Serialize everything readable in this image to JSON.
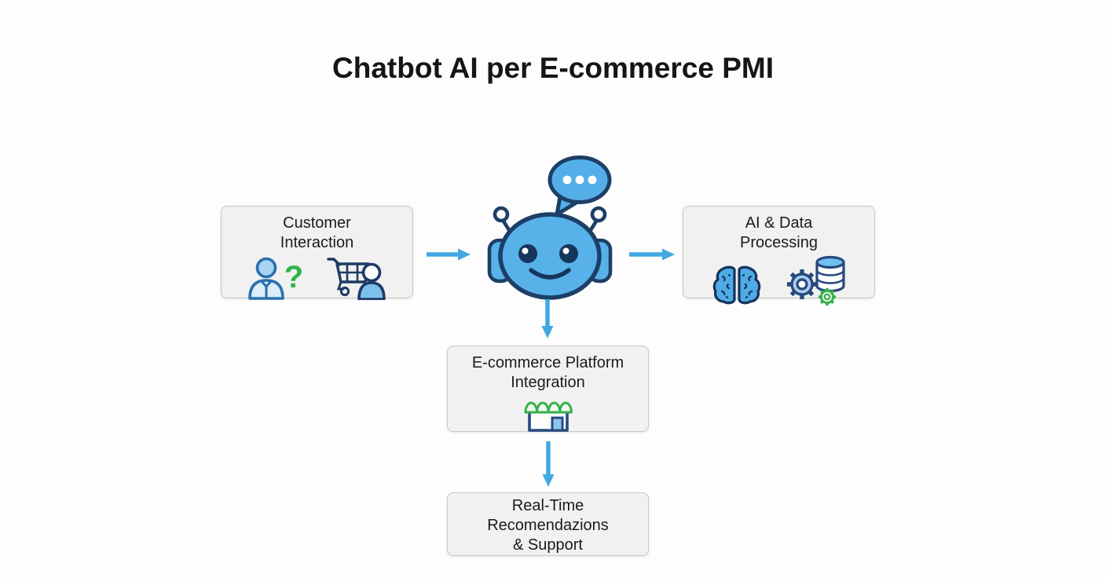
{
  "title": "Chatbot AI per E-commerce PMI",
  "colors": {
    "arrow": "#41a8e1",
    "robot_fill": "#58b2e9",
    "robot_outline": "#1d3e66",
    "green_accent": "#35b14a",
    "box_background": "#f0f1f0",
    "box_border": "#c7c9c9"
  },
  "center_icon": {
    "name": "chatbot-robot",
    "speech_bubble_dots": 3
  },
  "nodes": [
    {
      "id": "customer-interaction",
      "lines": [
        "Customer",
        "Interaction"
      ],
      "icons": [
        "user-question-icon",
        "cart-user-icon"
      ]
    },
    {
      "id": "ai-data-processing",
      "lines": [
        "AI & Data",
        "Processing"
      ],
      "icons": [
        "brain-icon",
        "gears-database-icon"
      ]
    },
    {
      "id": "ecommerce-platform-integration",
      "lines": [
        "E-commerce Platform",
        "Integration"
      ],
      "icons": [
        "storefront-icon"
      ]
    },
    {
      "id": "realtime-recommendations-support",
      "lines": [
        "Real-Time",
        "Recomendazions",
        "& Support"
      ],
      "icons": []
    }
  ],
  "arrows": [
    {
      "from": "customer-interaction",
      "to": "chatbot-robot",
      "direction": "right"
    },
    {
      "from": "chatbot-robot",
      "to": "ai-data-processing",
      "direction": "right"
    },
    {
      "from": "chatbot-robot",
      "to": "ecommerce-platform-integration",
      "direction": "down"
    },
    {
      "from": "ecommerce-platform-integration",
      "to": "realtime-recommendations-support",
      "direction": "down"
    }
  ]
}
